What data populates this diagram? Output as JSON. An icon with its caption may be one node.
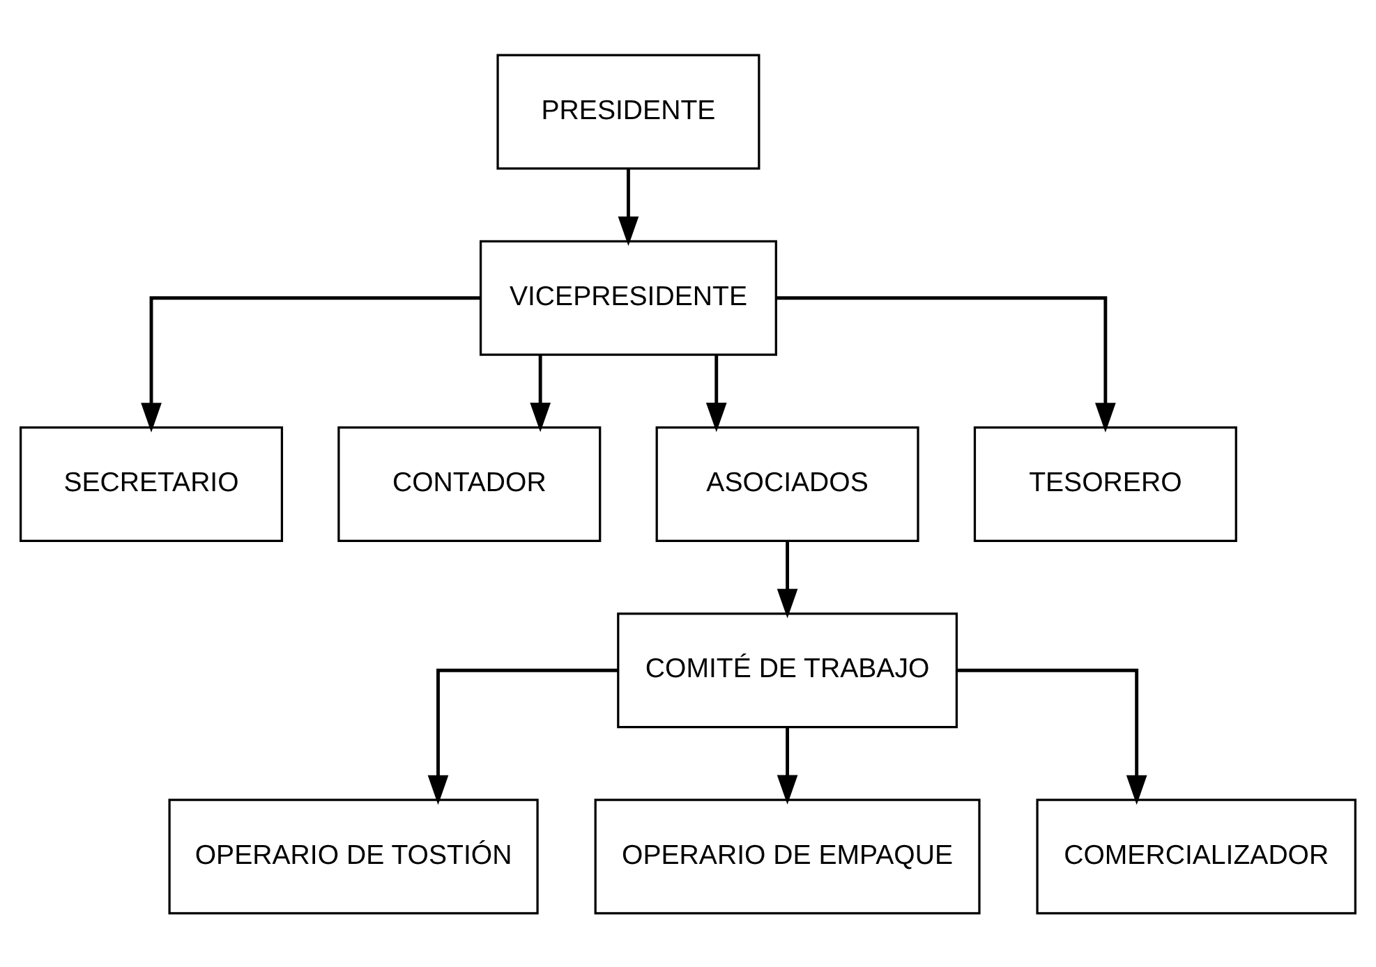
{
  "diagram": {
    "nodes": [
      {
        "text": [
          "PRESIDENTE"
        ]
      },
      {
        "text": [
          "VICEPRESIDENTE"
        ]
      },
      {
        "text": [
          "SECRETARIO"
        ]
      },
      {
        "text": [
          "CONTADOR"
        ]
      },
      {
        "text": [
          "ASOCIADOS"
        ]
      },
      {
        "text": [
          "TESORERO"
        ]
      },
      {
        "text": [
          "COMITÉ DE TRABAJO"
        ]
      },
      {
        "text": [
          "OPERARIO DE TOSTIÓN"
        ]
      },
      {
        "text": [
          "OPERARIO DE EMPAQUE"
        ]
      },
      {
        "text": [
          "COMERCIALIZADOR"
        ]
      }
    ],
    "edges": [
      {
        "from": 0,
        "to": 1,
        "arrow": "to"
      },
      {
        "from": 1,
        "to": 2,
        "arrow": "to"
      },
      {
        "from": 1,
        "to": 3,
        "arrow": "to"
      },
      {
        "from": 1,
        "to": 4,
        "arrow": "to"
      },
      {
        "from": 1,
        "to": 5,
        "arrow": "to"
      },
      {
        "from": 4,
        "to": 6,
        "arrow": "to"
      },
      {
        "from": 6,
        "to": 7,
        "arrow": "to"
      },
      {
        "from": 6,
        "to": 8,
        "arrow": "to"
      },
      {
        "from": 6,
        "to": 9,
        "arrow": "to"
      }
    ]
  }
}
